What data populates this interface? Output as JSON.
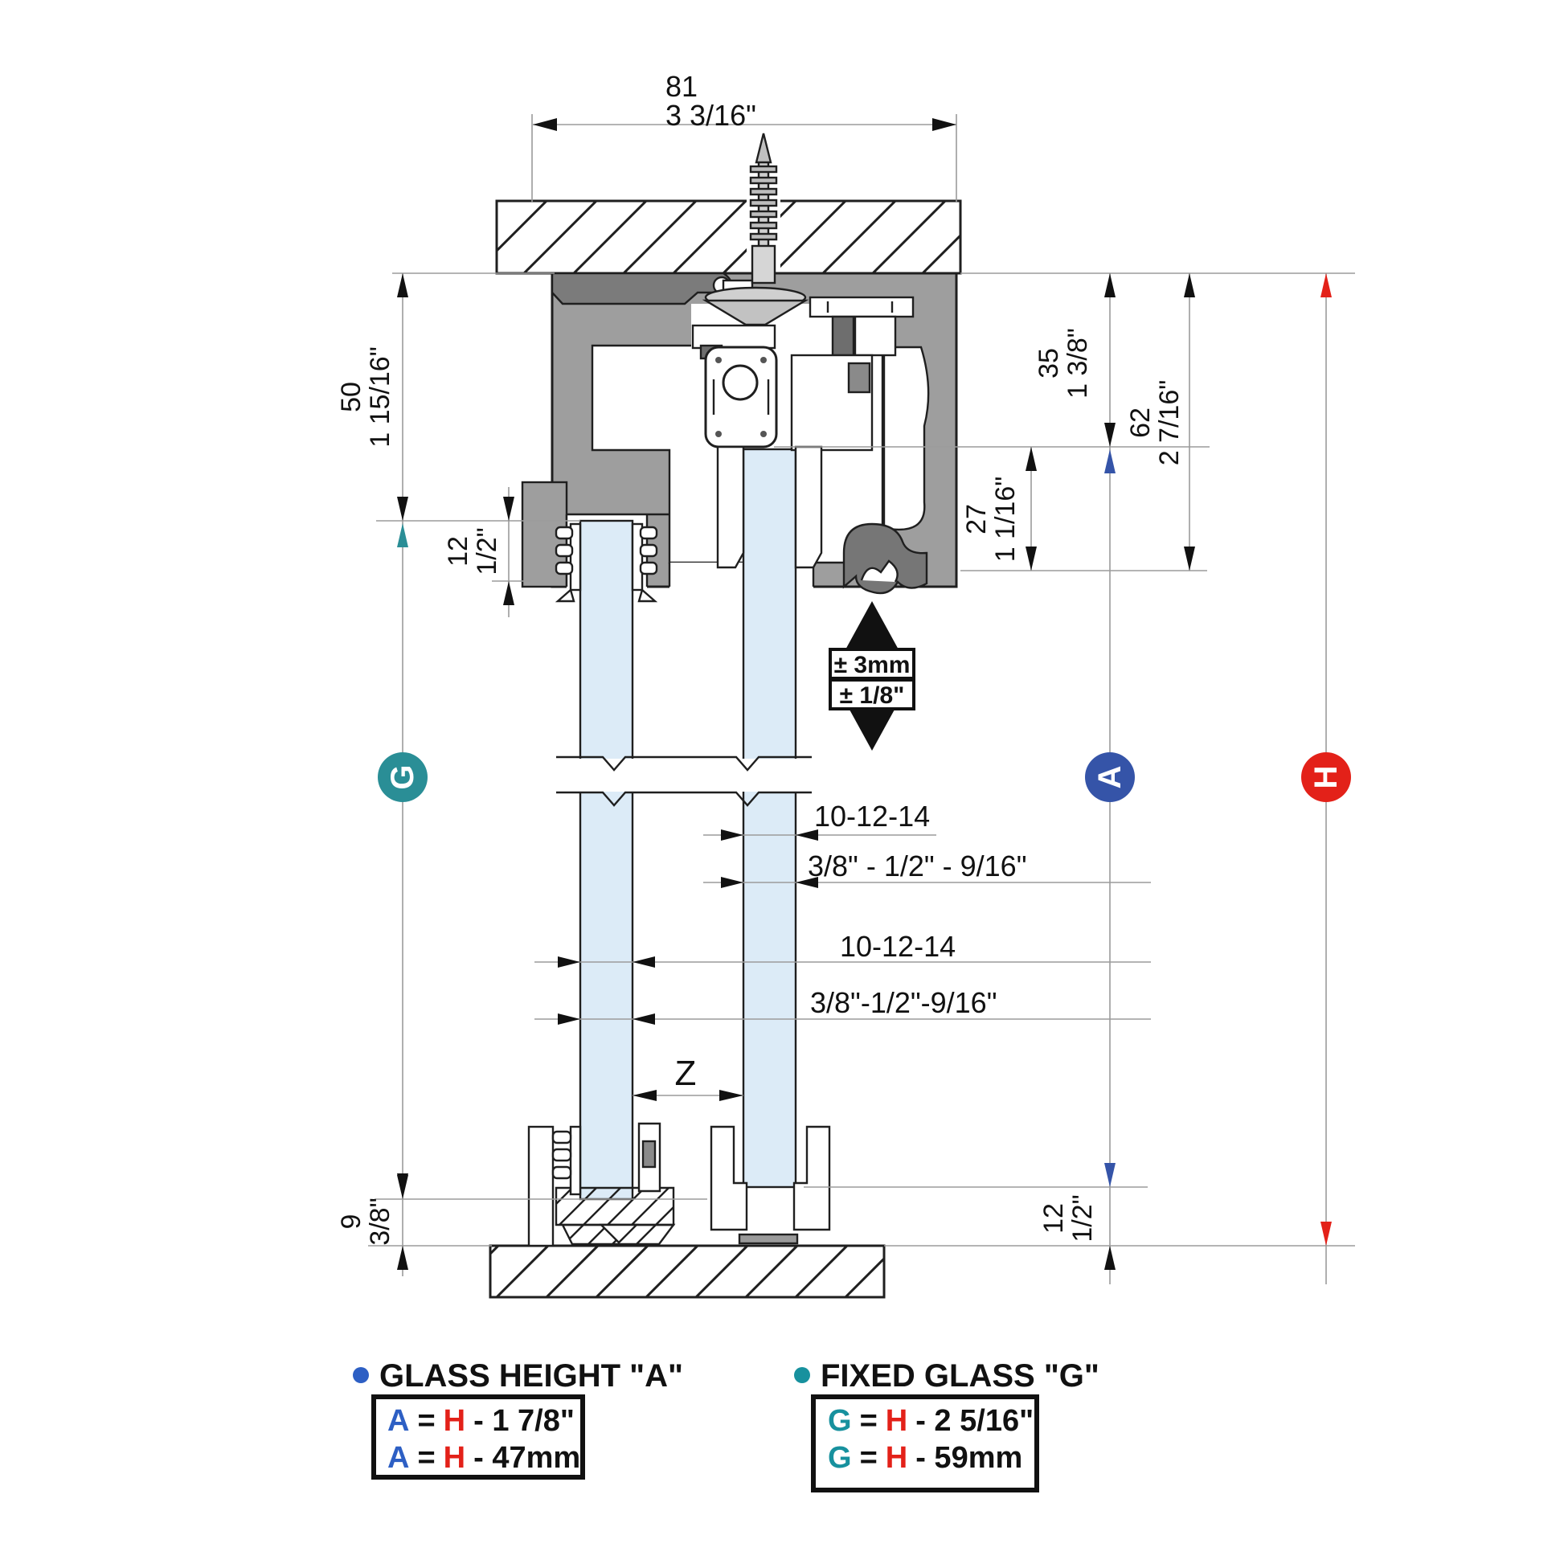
{
  "colors": {
    "glass": "#dcebf7",
    "track_gray": "#9e9e9e",
    "dark_gray": "#767676",
    "teal": "#2a8e96",
    "blue": "#3554a8",
    "red": "#e32119",
    "legend_blue": "#2d5fc4",
    "legend_teal": "#17919e"
  },
  "dims": {
    "top": {
      "mm": "81",
      "inch": "3 3/16\""
    },
    "left_50": {
      "mm": "50",
      "inch": "1 15/16\""
    },
    "left_12": {
      "mm": "12",
      "inch": "1/2\""
    },
    "right_35": {
      "mm": "35",
      "inch": "1 3/8\""
    },
    "right_62": {
      "mm": "62",
      "inch": "2 7/16\""
    },
    "right_27": {
      "mm": "27",
      "inch": "1 1/16\""
    },
    "bottom_9": {
      "mm": "9",
      "inch": "3/8\""
    },
    "bottom_12": {
      "mm": "12",
      "inch": "1/2\""
    },
    "door_glass_mm": "10-12-14",
    "door_glass_inch": "3/8\" - 1/2\" - 9/16\"",
    "fixed_glass_mm": "10-12-14",
    "fixed_glass_inch": "3/8\"-1/2\"-9/16\"",
    "gap_label": "Z"
  },
  "adjustment": {
    "mm": "± 3mm",
    "inch": "± 1/8\""
  },
  "markers": {
    "fixed_glass": "G",
    "glass_height": "A",
    "total_height": "H"
  },
  "legend_glass_height": {
    "title": "GLASS HEIGHT \"A\"",
    "rows": [
      {
        "lhs": "A",
        "eq": "=",
        "rhs": "H",
        "rest": "- 1 7/8\""
      },
      {
        "lhs": "A",
        "eq": "=",
        "rhs": "H",
        "rest": "- 47mm"
      }
    ]
  },
  "legend_fixed_glass": {
    "title": "FIXED GLASS \"G\"",
    "rows": [
      {
        "lhs": "G",
        "eq": "=",
        "rhs": "H",
        "rest": "- 2 5/16\""
      },
      {
        "lhs": "G",
        "eq": "=",
        "rhs": "H",
        "rest": "- 59mm"
      }
    ]
  }
}
